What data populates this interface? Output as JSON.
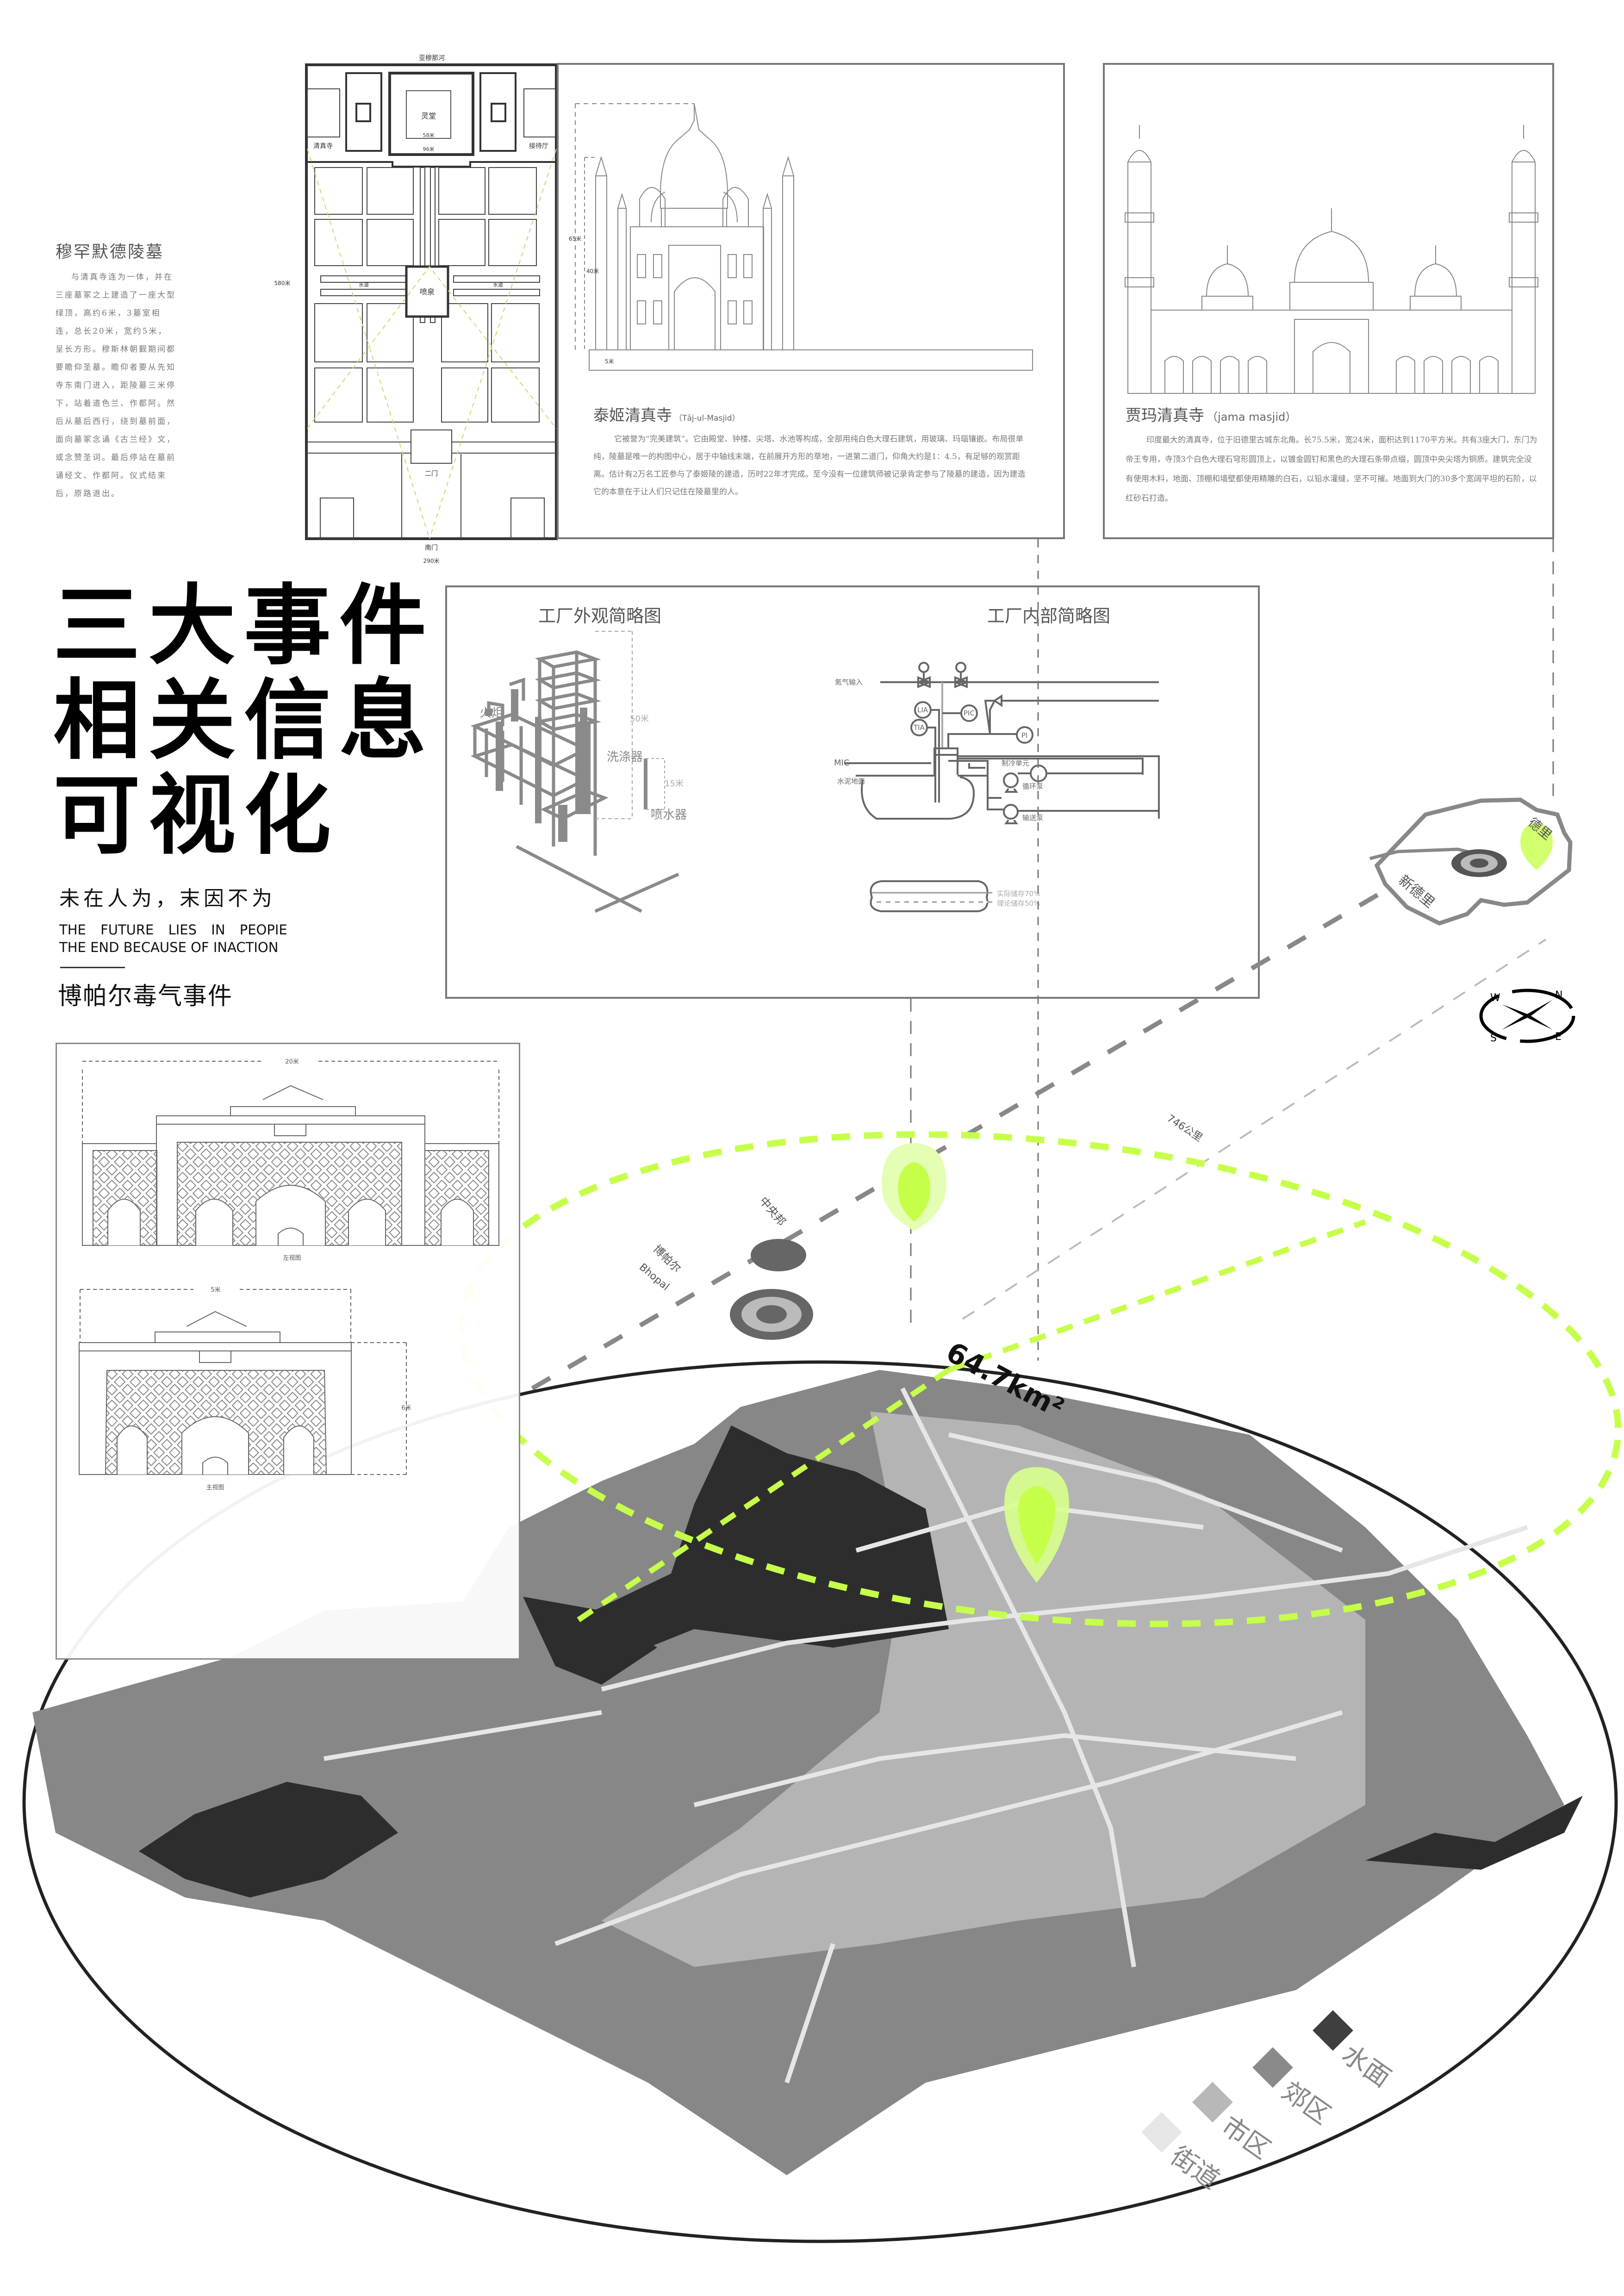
{
  "tomb": {
    "title": "穆罕默德陵墓",
    "body": "与清真寺连为一体，并在三座墓冢之上建造了一座大型绿顶，高约6米，3墓室相连，总长20米，宽约5米，呈长方形。穆斯林朝觐期间都要瞻仰圣墓。瞻仰者要从先知寺东南门进入，距陵墓三米停下，站着道色兰、作都阿。然后从墓后西行，绕到墓前面，面向墓冢念诵《古兰经》文，或念赞圣词。最后停站在墓前诵经文、作都阿。仪式结束后，原路退出。"
  },
  "site_plan": {
    "river": "亚穆那河",
    "mosque": "清真寺",
    "reception": "接待厅",
    "hall": "灵堂",
    "dim_inner": "58米",
    "dim_outer": "96米",
    "fountain": "喷泉",
    "waterway_left": "水道",
    "waterway_right": "水道",
    "second_gate": "二门",
    "south_gate": "南门",
    "width": "290米",
    "height": "580米"
  },
  "taj": {
    "title": "泰姬清真寺",
    "subtitle": "（Tāj-ul-Masjid）",
    "body": "它被誉为“完美建筑”。它由殿堂、钟楼、尖塔、水池等构成，全部用纯白色大理石建筑，用玻璃、玛瑙镶嵌。布局很单纯，陵墓是唯一的构图中心，居于中轴线末端，在前展开方形的草地，一进第二道门，仰角大约是1：4.5，有足够的观赏距离。估计有2万名工匠参与了泰姬陵的建造，历时22年才完成。至今没有一位建筑师被记录肯定参与了陵墓的建造，因为建造它的本意在于让人们只记住在陵墓里的人。",
    "dim_total": "65米",
    "dim_minaret": "40米",
    "dim_base": "5米"
  },
  "jama": {
    "title": "贾玛清真寺",
    "subtitle": "（jama masjid）",
    "body": "印度最大的清真寺，位于旧德里古城东北角。长75.5米，宽24米，面积达到1170平方米。共有3座大门，东门为帝王专用，寺顶3个白色大理石穹形圆顶上，以镀金圆钉和黑色的大理石条带点缀，圆顶中央尖塔为铜质。建筑完全没有使用木料，地面、顶棚和墙壁都使用精雕的白石，以铅水灌缝，坚不可摧。地面到大门的30多个宽阔平坦的石阶，以红砂石打造。"
  },
  "headline": {
    "lines": [
      "三大事件",
      "相关信息",
      "可视化"
    ],
    "slogan_cn": "未在人为，末因不为",
    "slogan_en_1": "THE FUTURE LIES IN PEOPIE",
    "slogan_en_2": "THE END BECAUSE OF INACTION",
    "event": "博帕尔毒气事件"
  },
  "factory": {
    "exterior_title": "工厂外观简略图",
    "interior_title": "工厂内部简略图",
    "torch": "火炬",
    "scrubber": "洗涤器",
    "sprinkler": "喷水器",
    "height_tower": "50米",
    "height_sprinkler": "15米",
    "nitrogen_input": "氮气输入",
    "lia": "LIA",
    "pic": "PIC",
    "tia": "TIA",
    "pi": "PI",
    "mic": "MIC",
    "ground": "水泥地面",
    "refrigeration": "制冷单元",
    "circulation_pump": "循环泵",
    "transfer_pump": "输送泵",
    "actual_storage": "实际储存70%",
    "theoretical_storage": "理论储存50%"
  },
  "mausoleum_drawing": {
    "width_side": "20米",
    "side_view": "左视图",
    "width_front": "5米",
    "height_front": "6米",
    "front_view": "主视图"
  },
  "map": {
    "central_state": "中央邦",
    "bhopal_cn": "博帕尔",
    "bhopal_en": "Bhopal",
    "distance": "746公里",
    "area": "64.7km²",
    "new_delhi": "新德里",
    "delhi": "德里"
  },
  "compass": {
    "n": "N",
    "s": "S",
    "e": "E",
    "w": "W"
  },
  "legend": [
    {
      "label": "水面",
      "color": "#3f3f3f"
    },
    {
      "label": "郊区",
      "color": "#8a8a8a"
    },
    {
      "label": "市区",
      "color": "#b8b8b8"
    },
    {
      "label": "街道",
      "color": "#e6e6e6"
    }
  ],
  "colors": {
    "accent_green": "#c6ff4a",
    "ink": "#555555"
  }
}
